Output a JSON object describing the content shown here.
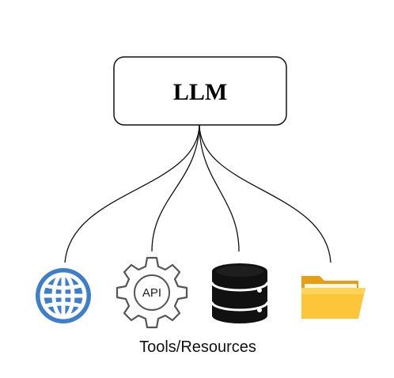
{
  "llm_box": {
    "label": "LLM"
  },
  "tools": [
    {
      "icon": "globe-icon",
      "color": "#3F7FC9"
    },
    {
      "icon": "api-gear-icon",
      "label": "API"
    },
    {
      "icon": "database-icon",
      "color": "#111111"
    },
    {
      "icon": "folder-icon",
      "color": "#F7B32B"
    }
  ],
  "caption": "Tools/Resources",
  "colors": {
    "line": "#111111",
    "globe": "#3F7FC9",
    "folder_front": "#FCC53A",
    "folder_back": "#E89E13"
  }
}
